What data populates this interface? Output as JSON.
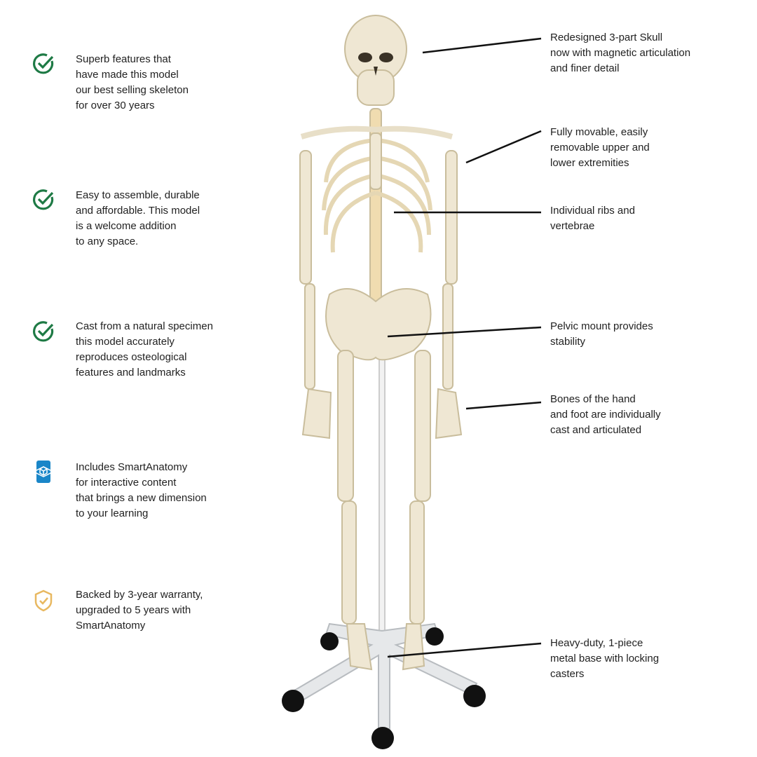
{
  "features": [
    {
      "icon": "check-circle-icon",
      "text": "Superb features that\nhave made this model\nour best selling skeleton\nfor over 30 years"
    },
    {
      "icon": "check-circle-icon",
      "text": "Easy to assemble, durable\nand affordable.  This model\nis a welcome addition\nto any space."
    },
    {
      "icon": "check-circle-icon",
      "text": "Cast from a natural specimen\nthis model accurately\nreproduces osteological\nfeatures and landmarks"
    },
    {
      "icon": "smartanatomy-phone-cube-icon",
      "text": "Includes SmartAnatomy\nfor interactive content\nthat brings a new dimension\nto your learning"
    },
    {
      "icon": "shield-check-icon",
      "text": "Backed by 3-year warranty,\nupgraded to 5 years with\nSmartAnatomy"
    }
  ],
  "callouts": [
    {
      "text": "Redesigned 3-part Skull\nnow with magnetic articulation\nand finer detail"
    },
    {
      "text": "Fully movable, easily\nremovable upper and\nlower extremities"
    },
    {
      "text": "Individual ribs and\nvertebrae"
    },
    {
      "text": "Pelvic mount provides\nstability"
    },
    {
      "text": "Bones of the hand\nand foot are individually\ncast and articulated"
    },
    {
      "text": "Heavy-duty, 1-piece\nmetal base with locking\ncasters"
    }
  ],
  "colors": {
    "check": "#1e7a45",
    "smart": "#1a86c8",
    "shield": "#e8b860",
    "bone": "#efe7d3",
    "boneStroke": "#c9bd9c"
  }
}
